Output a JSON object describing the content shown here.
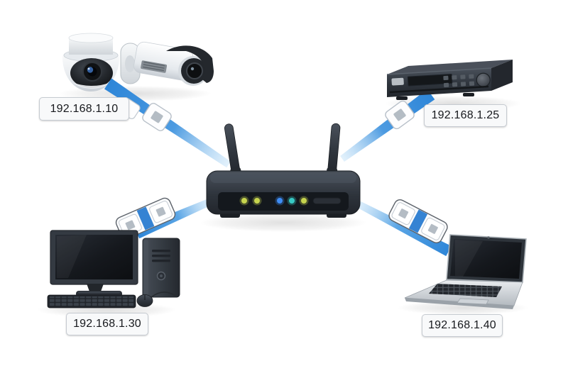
{
  "diagram": {
    "type": "network-topology",
    "background": "#ffffff",
    "router": {
      "icon": "wireless-router-icon",
      "antennas": 2,
      "leds": [
        "#c6d44e",
        "#c6d44e",
        "#3f8df5",
        "#38c9c4",
        "#c6d44e"
      ]
    },
    "devices": [
      {
        "icon": "security-cameras-icon",
        "ip": "192.168.1.10",
        "position": "top-left"
      },
      {
        "icon": "dvr-recorder-icon",
        "ip": "192.168.1.25",
        "position": "top-right"
      },
      {
        "icon": "desktop-computer-icon",
        "ip": "192.168.1.30",
        "position": "bottom-left"
      },
      {
        "icon": "laptop-icon",
        "ip": "192.168.1.40",
        "position": "bottom-right"
      }
    ],
    "connections": [
      {
        "from": "security-cameras",
        "to": "router",
        "style": "ethernet-cable-with-rj45-connectors"
      },
      {
        "from": "dvr-recorder",
        "to": "router",
        "style": "ethernet-cable-with-rj45-connectors"
      },
      {
        "from": "desktop-computer",
        "to": "router",
        "style": "ethernet-cable-with-rj45-connectors"
      },
      {
        "from": "laptop",
        "to": "router",
        "style": "ethernet-cable-with-rj45-connectors"
      }
    ],
    "colors": {
      "cable": "#2f87d8",
      "cable_light": "#aed4f2",
      "label_bg": "#f8f9fa",
      "label_border": "#c6cbd1",
      "label_text": "#17191d"
    }
  }
}
